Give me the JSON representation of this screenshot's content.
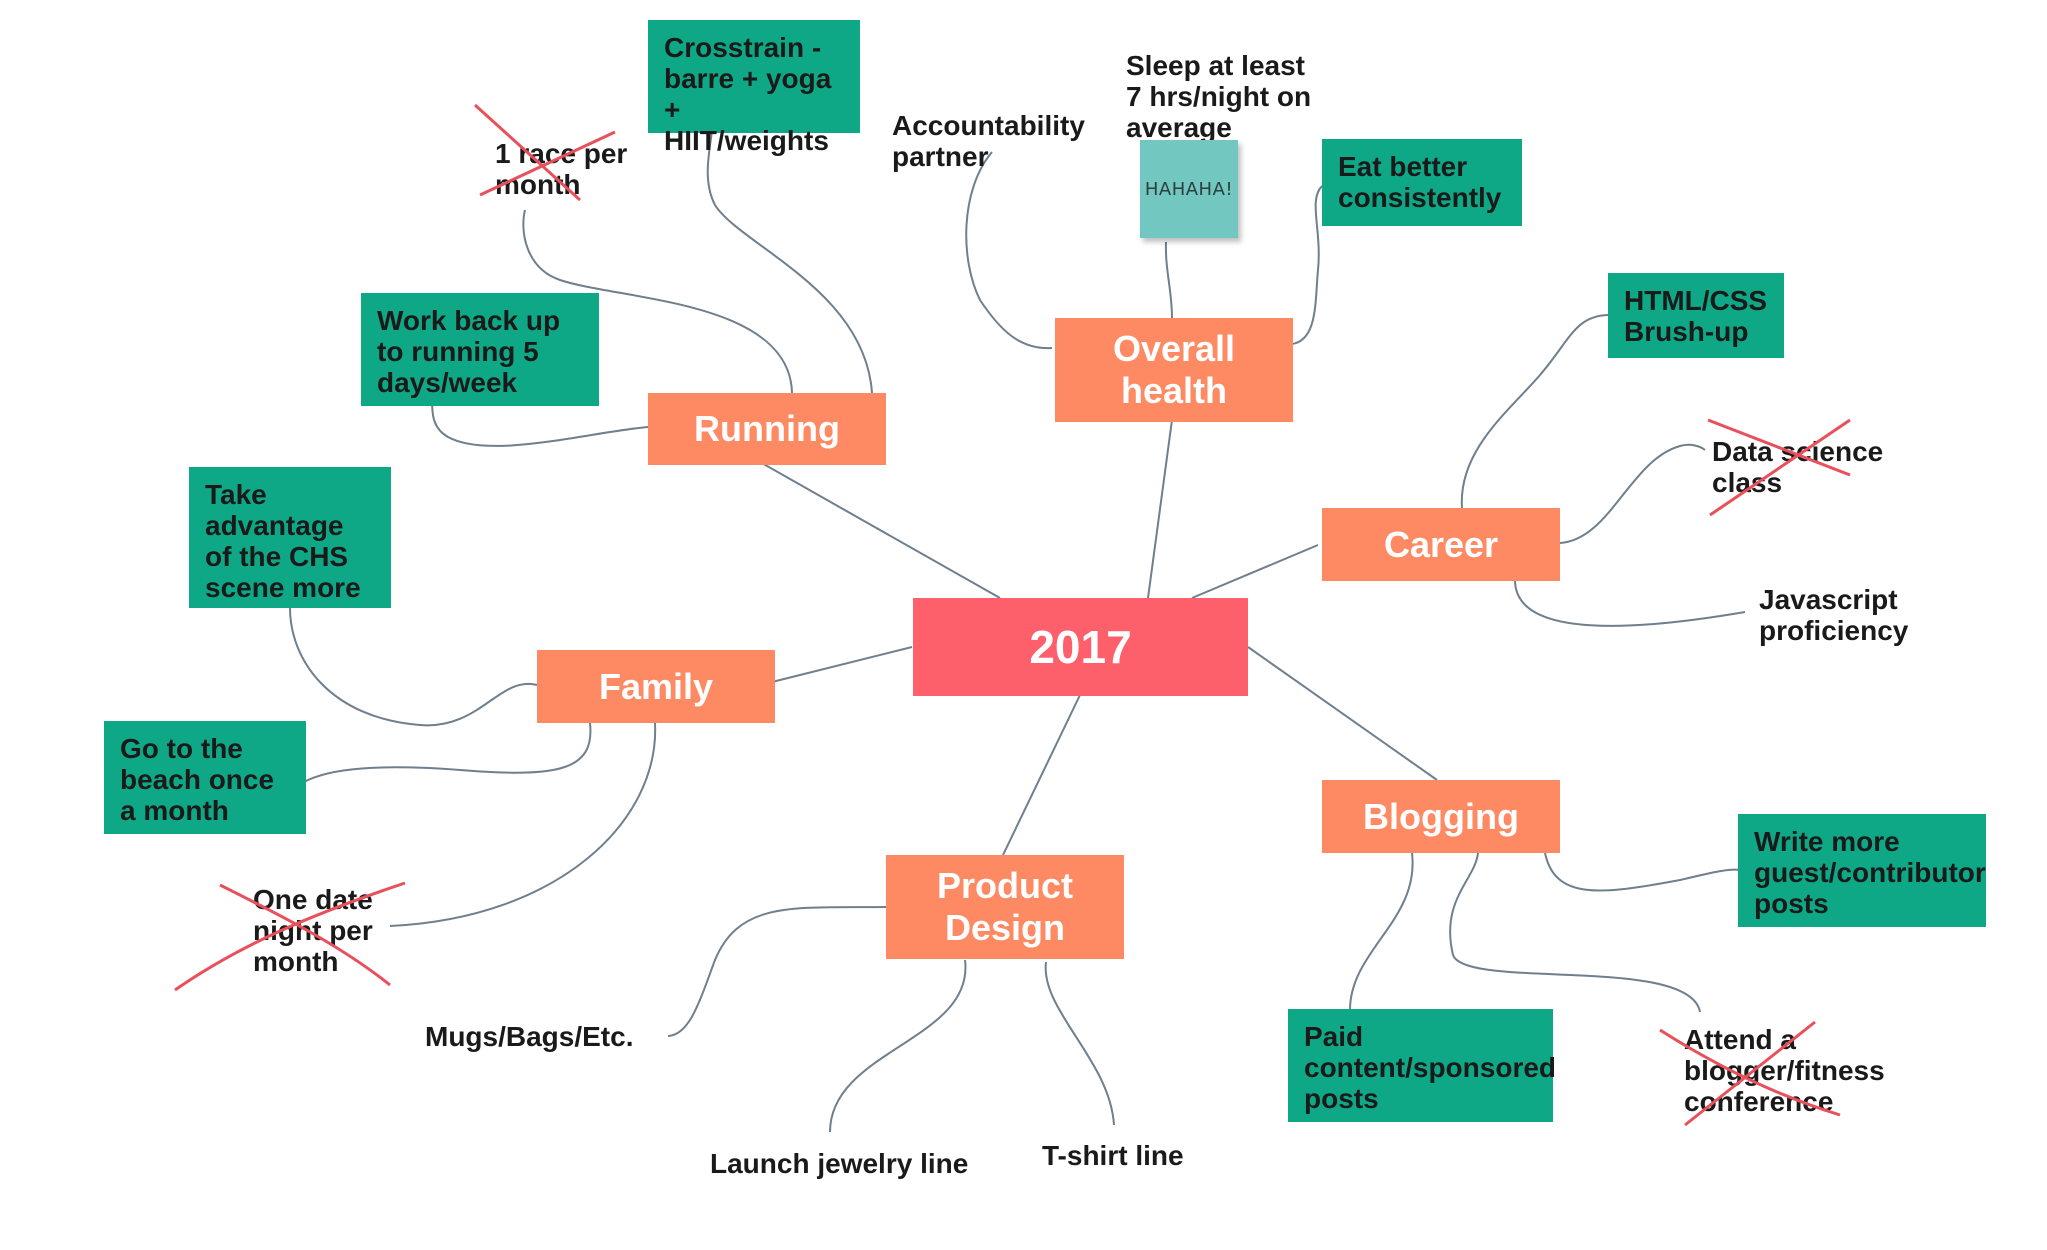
{
  "center": {
    "label": "2017"
  },
  "branches": {
    "running": "Running",
    "overall_health": "Overall health",
    "career": "Career",
    "family": "Family",
    "product_design": "Product Design",
    "blogging": "Blogging"
  },
  "running": {
    "crosstrain": "Crosstrain - barre + yoga + HIIT/weights",
    "race": "1 race per month",
    "work_back": "Work back up to running 5 days/week"
  },
  "health": {
    "accountability": "Accountability partner",
    "sleep": "Sleep at least 7 hrs/night on average",
    "sticky_note": "HAHAHA!",
    "eat": "Eat better consistently"
  },
  "career": {
    "html": "HTML/CSS Brush-up",
    "data_science": "Data science class",
    "javascript": "Javascript proficiency"
  },
  "family": {
    "chs": "Take advantage of the CHS scene more",
    "beach": "Go to the beach once a month",
    "date_night": "One date night per month"
  },
  "product": {
    "mugs": "Mugs/Bags/Etc.",
    "jewelry": "Launch jewelry line",
    "tshirt": "T-shirt line"
  },
  "blogging": {
    "guest": "Write more guest/contributor posts",
    "paid": "Paid content/sponsored posts",
    "conference": "Attend a blogger/fitness conference"
  },
  "colors": {
    "center": "#fd5f6b",
    "branch": "#fd8a63",
    "leaf": "#0fa887",
    "sticky_note": "#72c7c0",
    "link": "#6e7f8d",
    "strike": "#e8505b"
  }
}
